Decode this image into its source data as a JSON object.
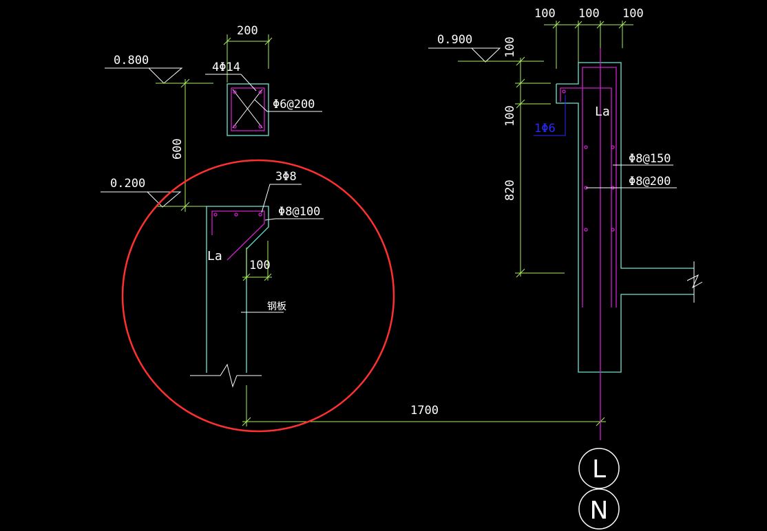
{
  "drawing": {
    "background": "#000000",
    "colors": {
      "dimension": "#a8f060",
      "concrete": "#6ee6d6",
      "rebar": "#d020d0",
      "text": "#ffffff",
      "note": "#2a2aff",
      "highlight": "#ff3030"
    },
    "left_detail": {
      "elev_top": "0.800",
      "elev_bottom": "0.200",
      "dim_height": "600",
      "dim_beam_width": "200",
      "beam_main_bars": "4Φ14",
      "beam_stirrup": "Φ6@200",
      "parapet_top_bars": "3Φ8",
      "parapet_stirrup": "Φ8@100",
      "anchor_label": "La",
      "dim_offset": "100",
      "plate_label": "钢板"
    },
    "right_detail": {
      "elev_top": "0.900",
      "dim_top_1": "100",
      "dim_top_2": "100",
      "dim_top_3": "100",
      "dim_v_top": "100",
      "dim_v_mid": "100",
      "dim_v_height": "820",
      "nib_bar": "1Φ6",
      "anchor_label": "La",
      "vertical_bars": "Φ8@150",
      "horizontal_bars": "Φ8@200"
    },
    "dim_span": "1700",
    "axis_labels": [
      "L",
      "N"
    ]
  }
}
